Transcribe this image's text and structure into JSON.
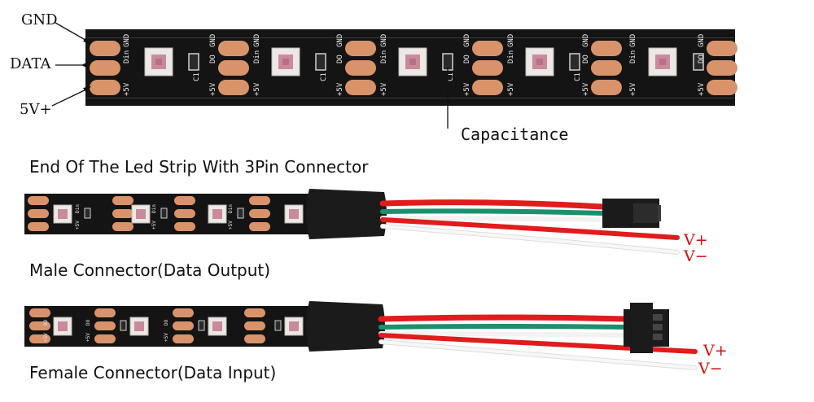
{
  "labels": {
    "gnd": "GND",
    "data": "DATA",
    "vplus": "5V+",
    "capacitance": "Capacitance"
  },
  "pad_labels": [
    "GND",
    "Din",
    "+5V",
    "GND",
    "DO",
    "+5V",
    "C1"
  ],
  "captions": {
    "heading": "End Of The Led Strip With 3Pin Connector",
    "male": "Male Connector(Data Output)",
    "female": "Female Connector(Data Input)"
  },
  "wire_labels": {
    "male_vplus": "V+",
    "male_vminus": "V−",
    "female_vplus": "V+",
    "female_vminus": "V−"
  },
  "colors": {
    "pcb": "#141414",
    "pad": "#d9936a",
    "led_body": "#ece8e4",
    "led_die": "#c98a9c",
    "wire_red": "#e01c1c",
    "wire_green": "#1e8f6e",
    "wire_white": "#f2f2f2",
    "connector": "#1b1b1b",
    "voltage_text": "#cc1111"
  }
}
